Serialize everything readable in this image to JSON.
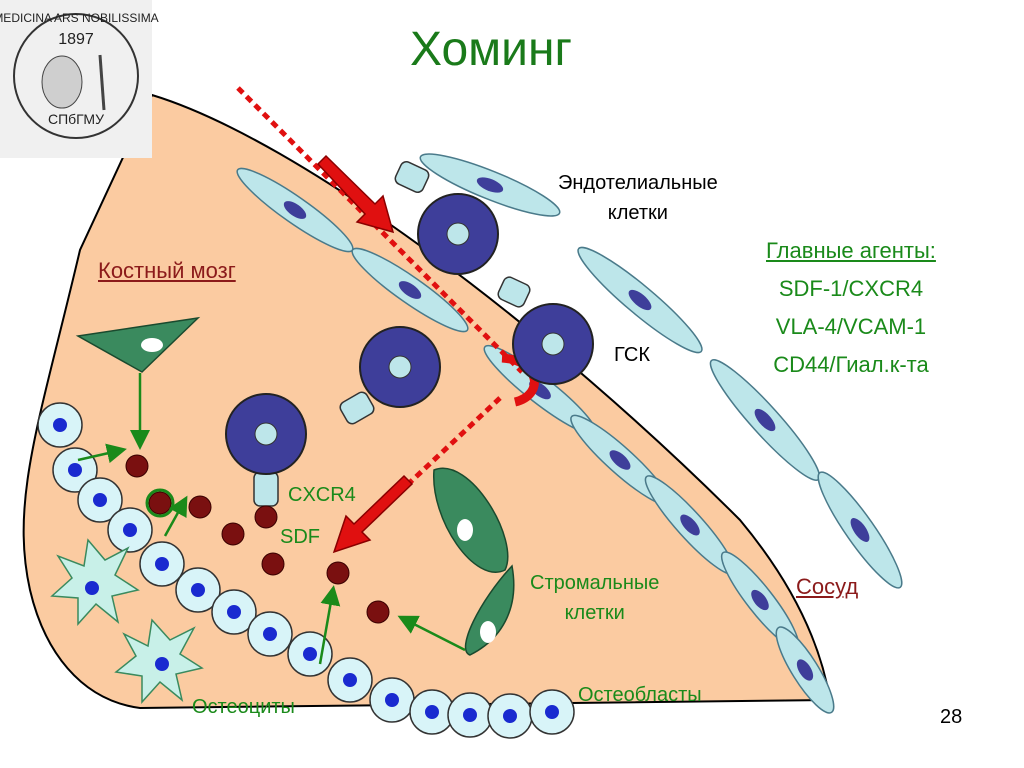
{
  "title": "Хоминг",
  "logo": {
    "text_top": "MEDICINA ARS NOBILISSIMA",
    "year": "1897",
    "name": "СПбГМУ"
  },
  "labels": {
    "bone_marrow": "Костный мозг",
    "endothelial_line1": "Эндотелиальные",
    "endothelial_line2": "клетки",
    "hsc": "ГСК",
    "cxcr4": "CXCR4",
    "sdf": "SDF",
    "stromal_line1": "Стромальные",
    "stromal_line2": "клетки",
    "vessel": "Сосуд",
    "osteocytes": "Остеоциты",
    "osteoblasts": "Остеобласты"
  },
  "agents": {
    "title": "Главные агенты:",
    "items": [
      "SDF-1/CXCR4",
      "VLA-4/VCAM-1",
      "CD44/Гиал.к-та"
    ]
  },
  "page_number": "28",
  "colors": {
    "title": "#1a7a1a",
    "green_text": "#1a8a1a",
    "dark_red_text": "#8b1a1a",
    "marrow_fill": "#fbcba1",
    "endothelial_fill": "#bde6ea",
    "hsc_fill": "#3e3e9a",
    "stromal_fill": "#3a8a5e",
    "sdf_dot": "#7a1010",
    "arrow_red": "#e01010",
    "arrow_green": "#1a8a1a"
  }
}
